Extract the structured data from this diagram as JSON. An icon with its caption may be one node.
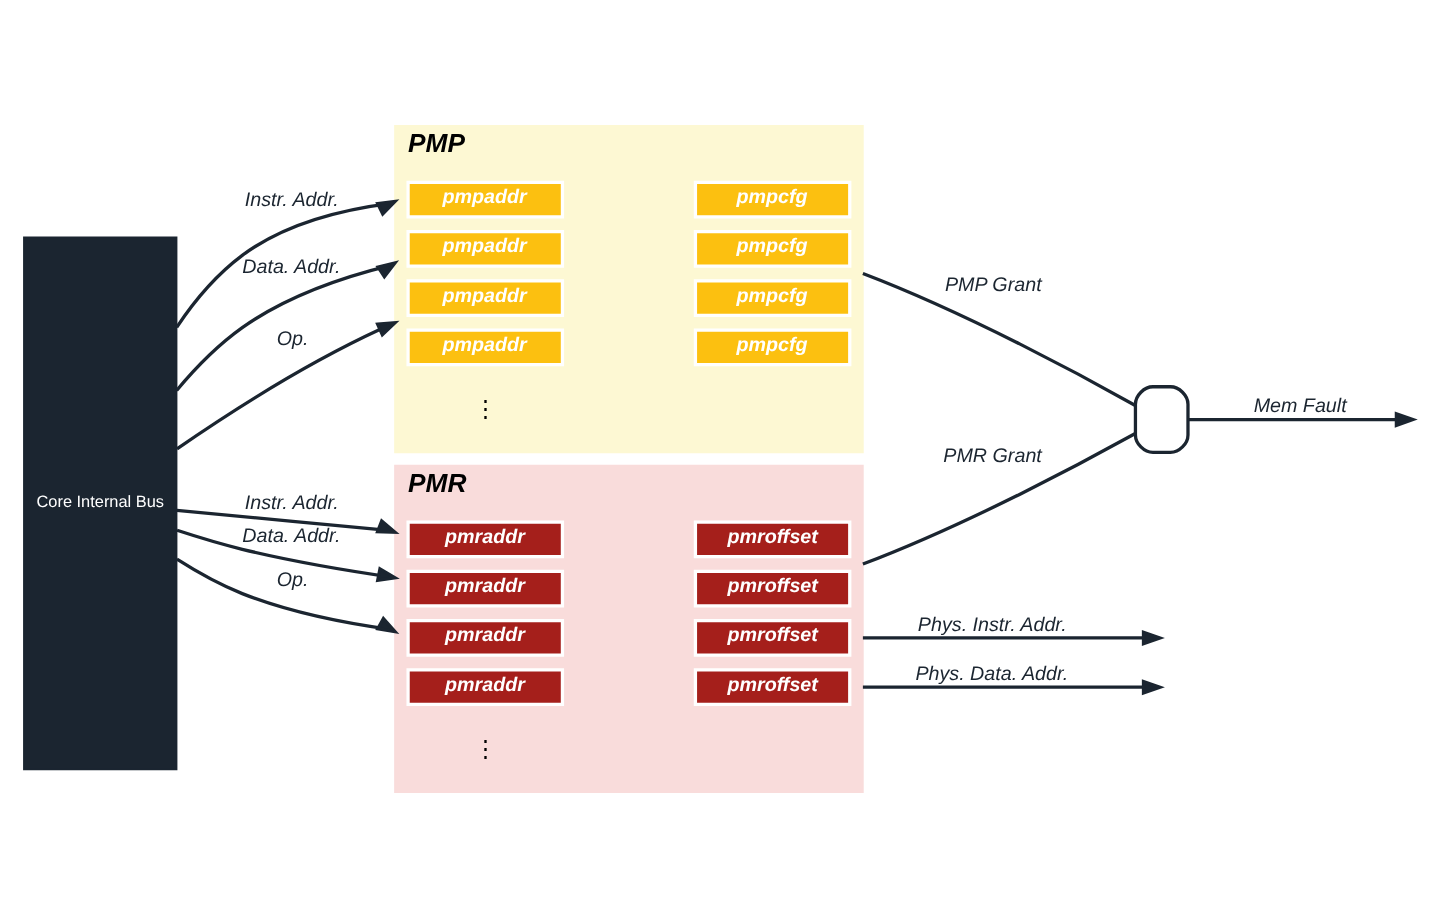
{
  "diagram": {
    "nodes": [
      {
        "text": [
          "Core Internal Bus"
        ]
      },
      {
        "text": [
          "PMP"
        ]
      },
      {
        "text": [
          "pmpaddr"
        ],
        "in": 1
      },
      {
        "text": [
          "pmpcfg"
        ],
        "in": 1
      },
      {
        "text": [
          "pmpaddr"
        ],
        "in": 1
      },
      {
        "text": [
          "pmpcfg"
        ],
        "in": 1
      },
      {
        "text": [
          "pmpaddr"
        ],
        "in": 1
      },
      {
        "text": [
          "pmpcfg"
        ],
        "in": 1
      },
      {
        "text": [
          "pmpaddr"
        ],
        "in": 1
      },
      {
        "text": [
          "pmpcfg"
        ],
        "in": 1
      },
      {
        "text": [
          "PMR"
        ]
      },
      {
        "text": [
          "pmraddr"
        ],
        "in": 10
      },
      {
        "text": [
          "pmroffset"
        ],
        "in": 10
      },
      {
        "text": [
          "pmraddr"
        ],
        "in": 10
      },
      {
        "text": [
          "pmroffset"
        ],
        "in": 10
      },
      {
        "text": [
          "pmraddr"
        ],
        "in": 10
      },
      {
        "text": [
          "pmroffset"
        ],
        "in": 10
      },
      {
        "text": [
          "pmraddr"
        ],
        "in": 10
      },
      {
        "text": [
          "pmroffset"
        ],
        "in": 10
      },
      {
        "text": [],
        "shape": "gate"
      }
    ],
    "edges": [
      {
        "from": 0,
        "to": 1,
        "arrow": "to",
        "label": "Instr. Addr."
      },
      {
        "from": 0,
        "to": 1,
        "arrow": "to",
        "label": "Data. Addr."
      },
      {
        "from": 0,
        "to": 1,
        "arrow": "to",
        "label": "Op."
      },
      {
        "from": 0,
        "to": 10,
        "arrow": "to",
        "label": "Instr. Addr."
      },
      {
        "from": 0,
        "to": 10,
        "arrow": "to",
        "label": "Data. Addr."
      },
      {
        "from": 0,
        "to": 10,
        "arrow": "to",
        "label": "Op."
      },
      {
        "from": 1,
        "to": 19,
        "arrow": "none",
        "label": "PMP Grant"
      },
      {
        "from": 10,
        "to": 19,
        "arrow": "none",
        "label": "PMR Grant"
      },
      {
        "from": 19,
        "to": null,
        "arrow": "to",
        "label": "Mem Fault"
      },
      {
        "from": 10,
        "to": null,
        "arrow": "to",
        "label": "Phys. Instr. Addr."
      },
      {
        "from": 10,
        "to": null,
        "arrow": "to",
        "label": "Phys. Data. Addr."
      }
    ],
    "labels": [
      "⋮",
      "⋮"
    ]
  }
}
